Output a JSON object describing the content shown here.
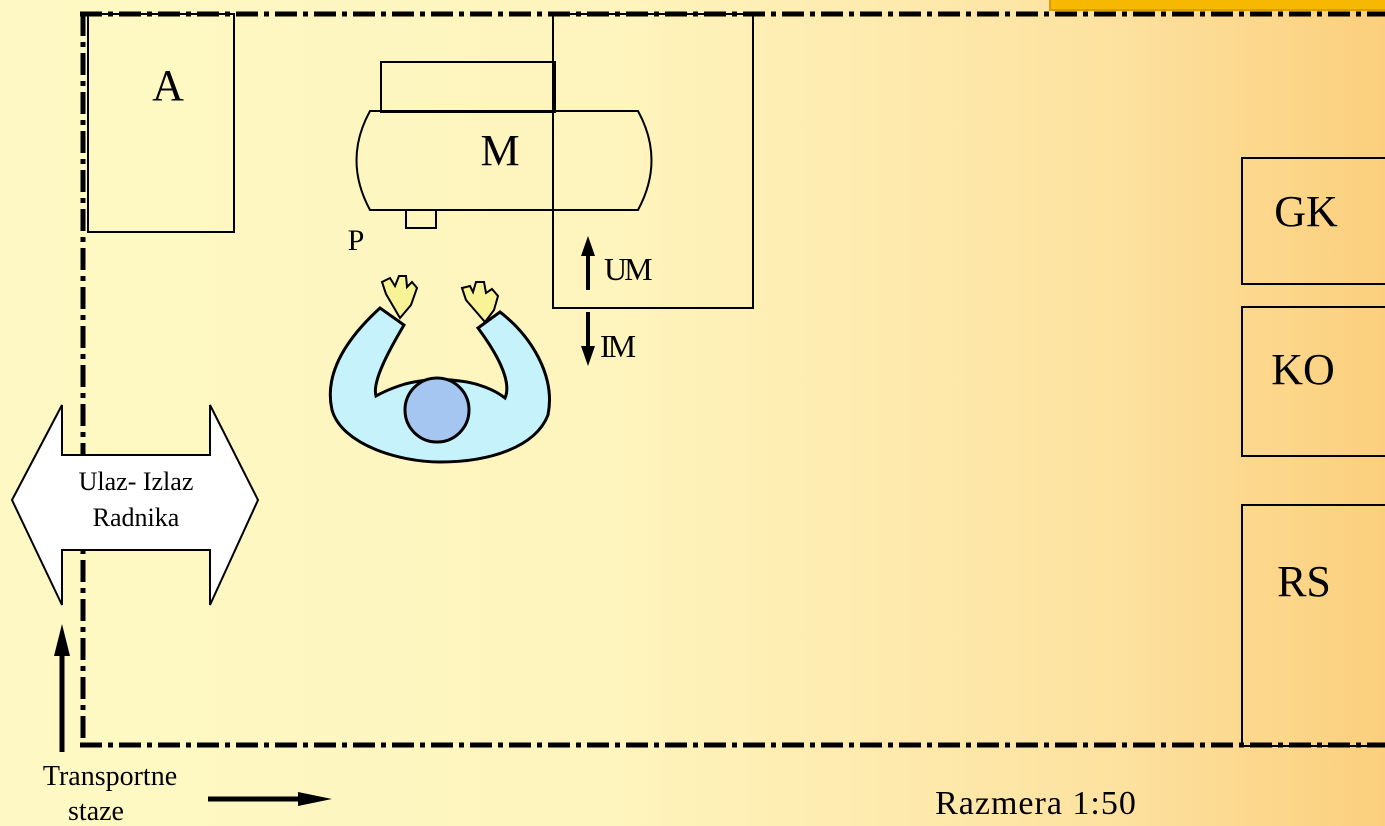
{
  "diagram": {
    "labels": {
      "A": "A",
      "M": "M",
      "P": "P",
      "UM": "UM",
      "IM": "IM",
      "GK": "GK",
      "KO": "KO",
      "RS": "RS"
    },
    "entrance": {
      "line1": "Ulaz- Izlaz",
      "line2": "Radnika"
    },
    "transport": {
      "line1": "Transportne",
      "line2": "staze"
    },
    "scale": "Razmera 1:50",
    "colors": {
      "background_left": "#fef9c4",
      "background_right": "#fbcf7d",
      "worker_body": "#c5f2fb",
      "worker_head": "#a6c6f2",
      "worker_hands": "#f7f396",
      "top_right_box": "#f6b800",
      "lines": "#000000"
    }
  }
}
